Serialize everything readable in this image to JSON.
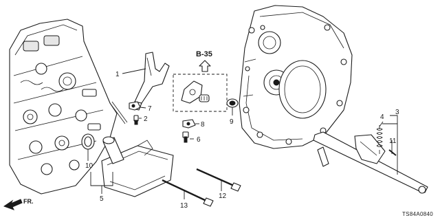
{
  "diagram": {
    "ref_section": "B-35",
    "code": "TS84A0840",
    "front_label": "FR.",
    "callouts": {
      "c1": "1",
      "c2": "2",
      "c3": "3",
      "c4": "4",
      "c5": "5",
      "c6": "6",
      "c7": "7",
      "c8": "8",
      "c9": "9",
      "c10": "10",
      "c11": "11",
      "c12": "12",
      "c13": "13"
    }
  }
}
